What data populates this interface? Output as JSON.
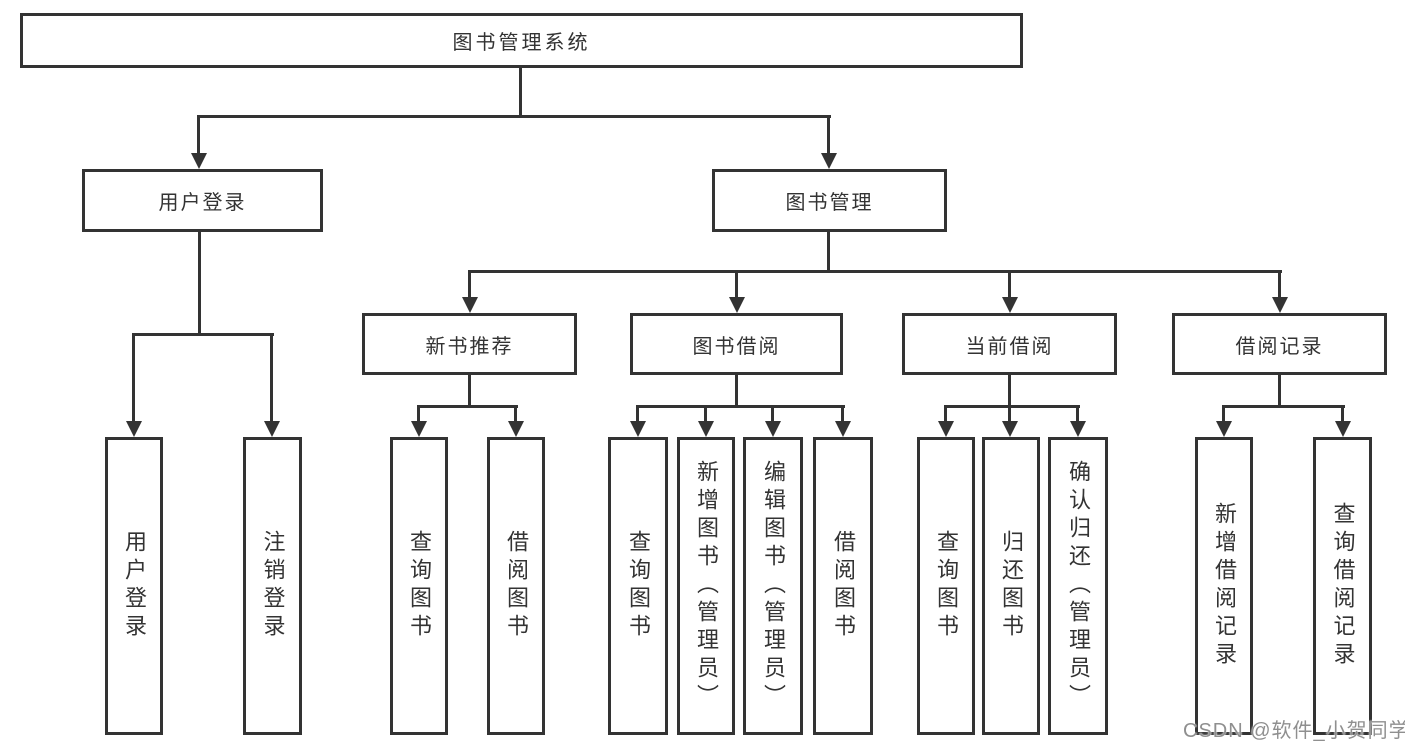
{
  "diagram": {
    "title": "图书管理系统",
    "nodes": [
      {
        "id": "root",
        "level": 1,
        "parent": null,
        "label": "图书管理系统"
      },
      {
        "id": "user-login",
        "level": 2,
        "parent": "root",
        "label": "用户登录"
      },
      {
        "id": "book-mgmt",
        "level": 2,
        "parent": "root",
        "label": "图书管理"
      },
      {
        "id": "new-book-rec",
        "level": 3,
        "parent": "book-mgmt",
        "label": "新书推荐"
      },
      {
        "id": "book-borrow",
        "level": 3,
        "parent": "book-mgmt",
        "label": "图书借阅"
      },
      {
        "id": "current-borrow",
        "level": 3,
        "parent": "book-mgmt",
        "label": "当前借阅"
      },
      {
        "id": "borrow-records",
        "level": 3,
        "parent": "book-mgmt",
        "label": "借阅记录"
      },
      {
        "id": "leaf-user-login",
        "level": 4,
        "parent": "user-login",
        "label": "用户登录"
      },
      {
        "id": "leaf-logout",
        "level": 4,
        "parent": "user-login",
        "label": "注销登录"
      },
      {
        "id": "leaf-query-book-1",
        "level": 4,
        "parent": "new-book-rec",
        "label": "查询图书"
      },
      {
        "id": "leaf-borrow-book-1",
        "level": 4,
        "parent": "new-book-rec",
        "label": "借阅图书"
      },
      {
        "id": "leaf-query-book-2",
        "level": 4,
        "parent": "book-borrow",
        "label": "查询图书"
      },
      {
        "id": "leaf-add-book",
        "level": 4,
        "parent": "book-borrow",
        "label": "新增图书（管理员）"
      },
      {
        "id": "leaf-edit-book",
        "level": 4,
        "parent": "book-borrow",
        "label": "编辑图书（管理员）"
      },
      {
        "id": "leaf-borrow-book-2",
        "level": 4,
        "parent": "book-borrow",
        "label": "借阅图书"
      },
      {
        "id": "leaf-query-book-3",
        "level": 4,
        "parent": "current-borrow",
        "label": "查询图书"
      },
      {
        "id": "leaf-return-book",
        "level": 4,
        "parent": "current-borrow",
        "label": "归还图书"
      },
      {
        "id": "leaf-confirm-return",
        "level": 4,
        "parent": "current-borrow",
        "label": "确认归还（管理员）"
      },
      {
        "id": "leaf-add-borrow-record",
        "level": 4,
        "parent": "borrow-records",
        "label": "新增借阅记录"
      },
      {
        "id": "leaf-query-borrow-record",
        "level": 4,
        "parent": "borrow-records",
        "label": "查询借阅记录"
      }
    ]
  },
  "watermark": {
    "text": "CSDN @软件_小贺同学"
  },
  "colors": {
    "line": "#333333",
    "text": "#333333",
    "watermark": "#8f8f8f",
    "background": "#ffffff"
  }
}
